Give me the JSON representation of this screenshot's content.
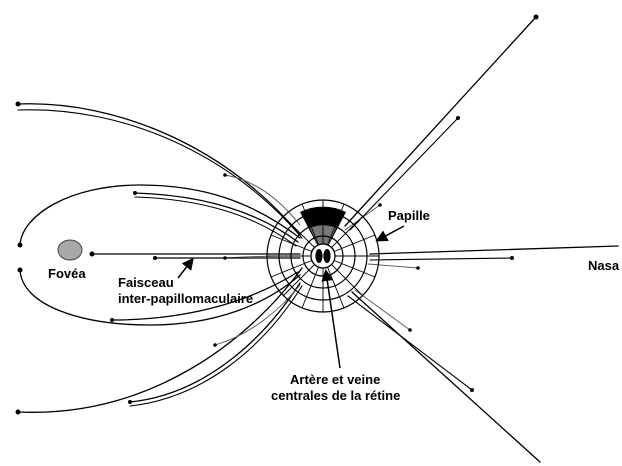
{
  "labels": {
    "fovea": "Fovéa",
    "faisceau_line1": "Faisceau",
    "faisceau_line2": "inter-papillomaculaire",
    "papille": "Papille",
    "nasal": "Nasa",
    "artere_line1": "Artère et veine",
    "artere_line2": "centrales de la rétine"
  },
  "colors": {
    "stroke": "#000000",
    "fovea_fill": "#a8a8a8",
    "background": "#ffffff"
  }
}
